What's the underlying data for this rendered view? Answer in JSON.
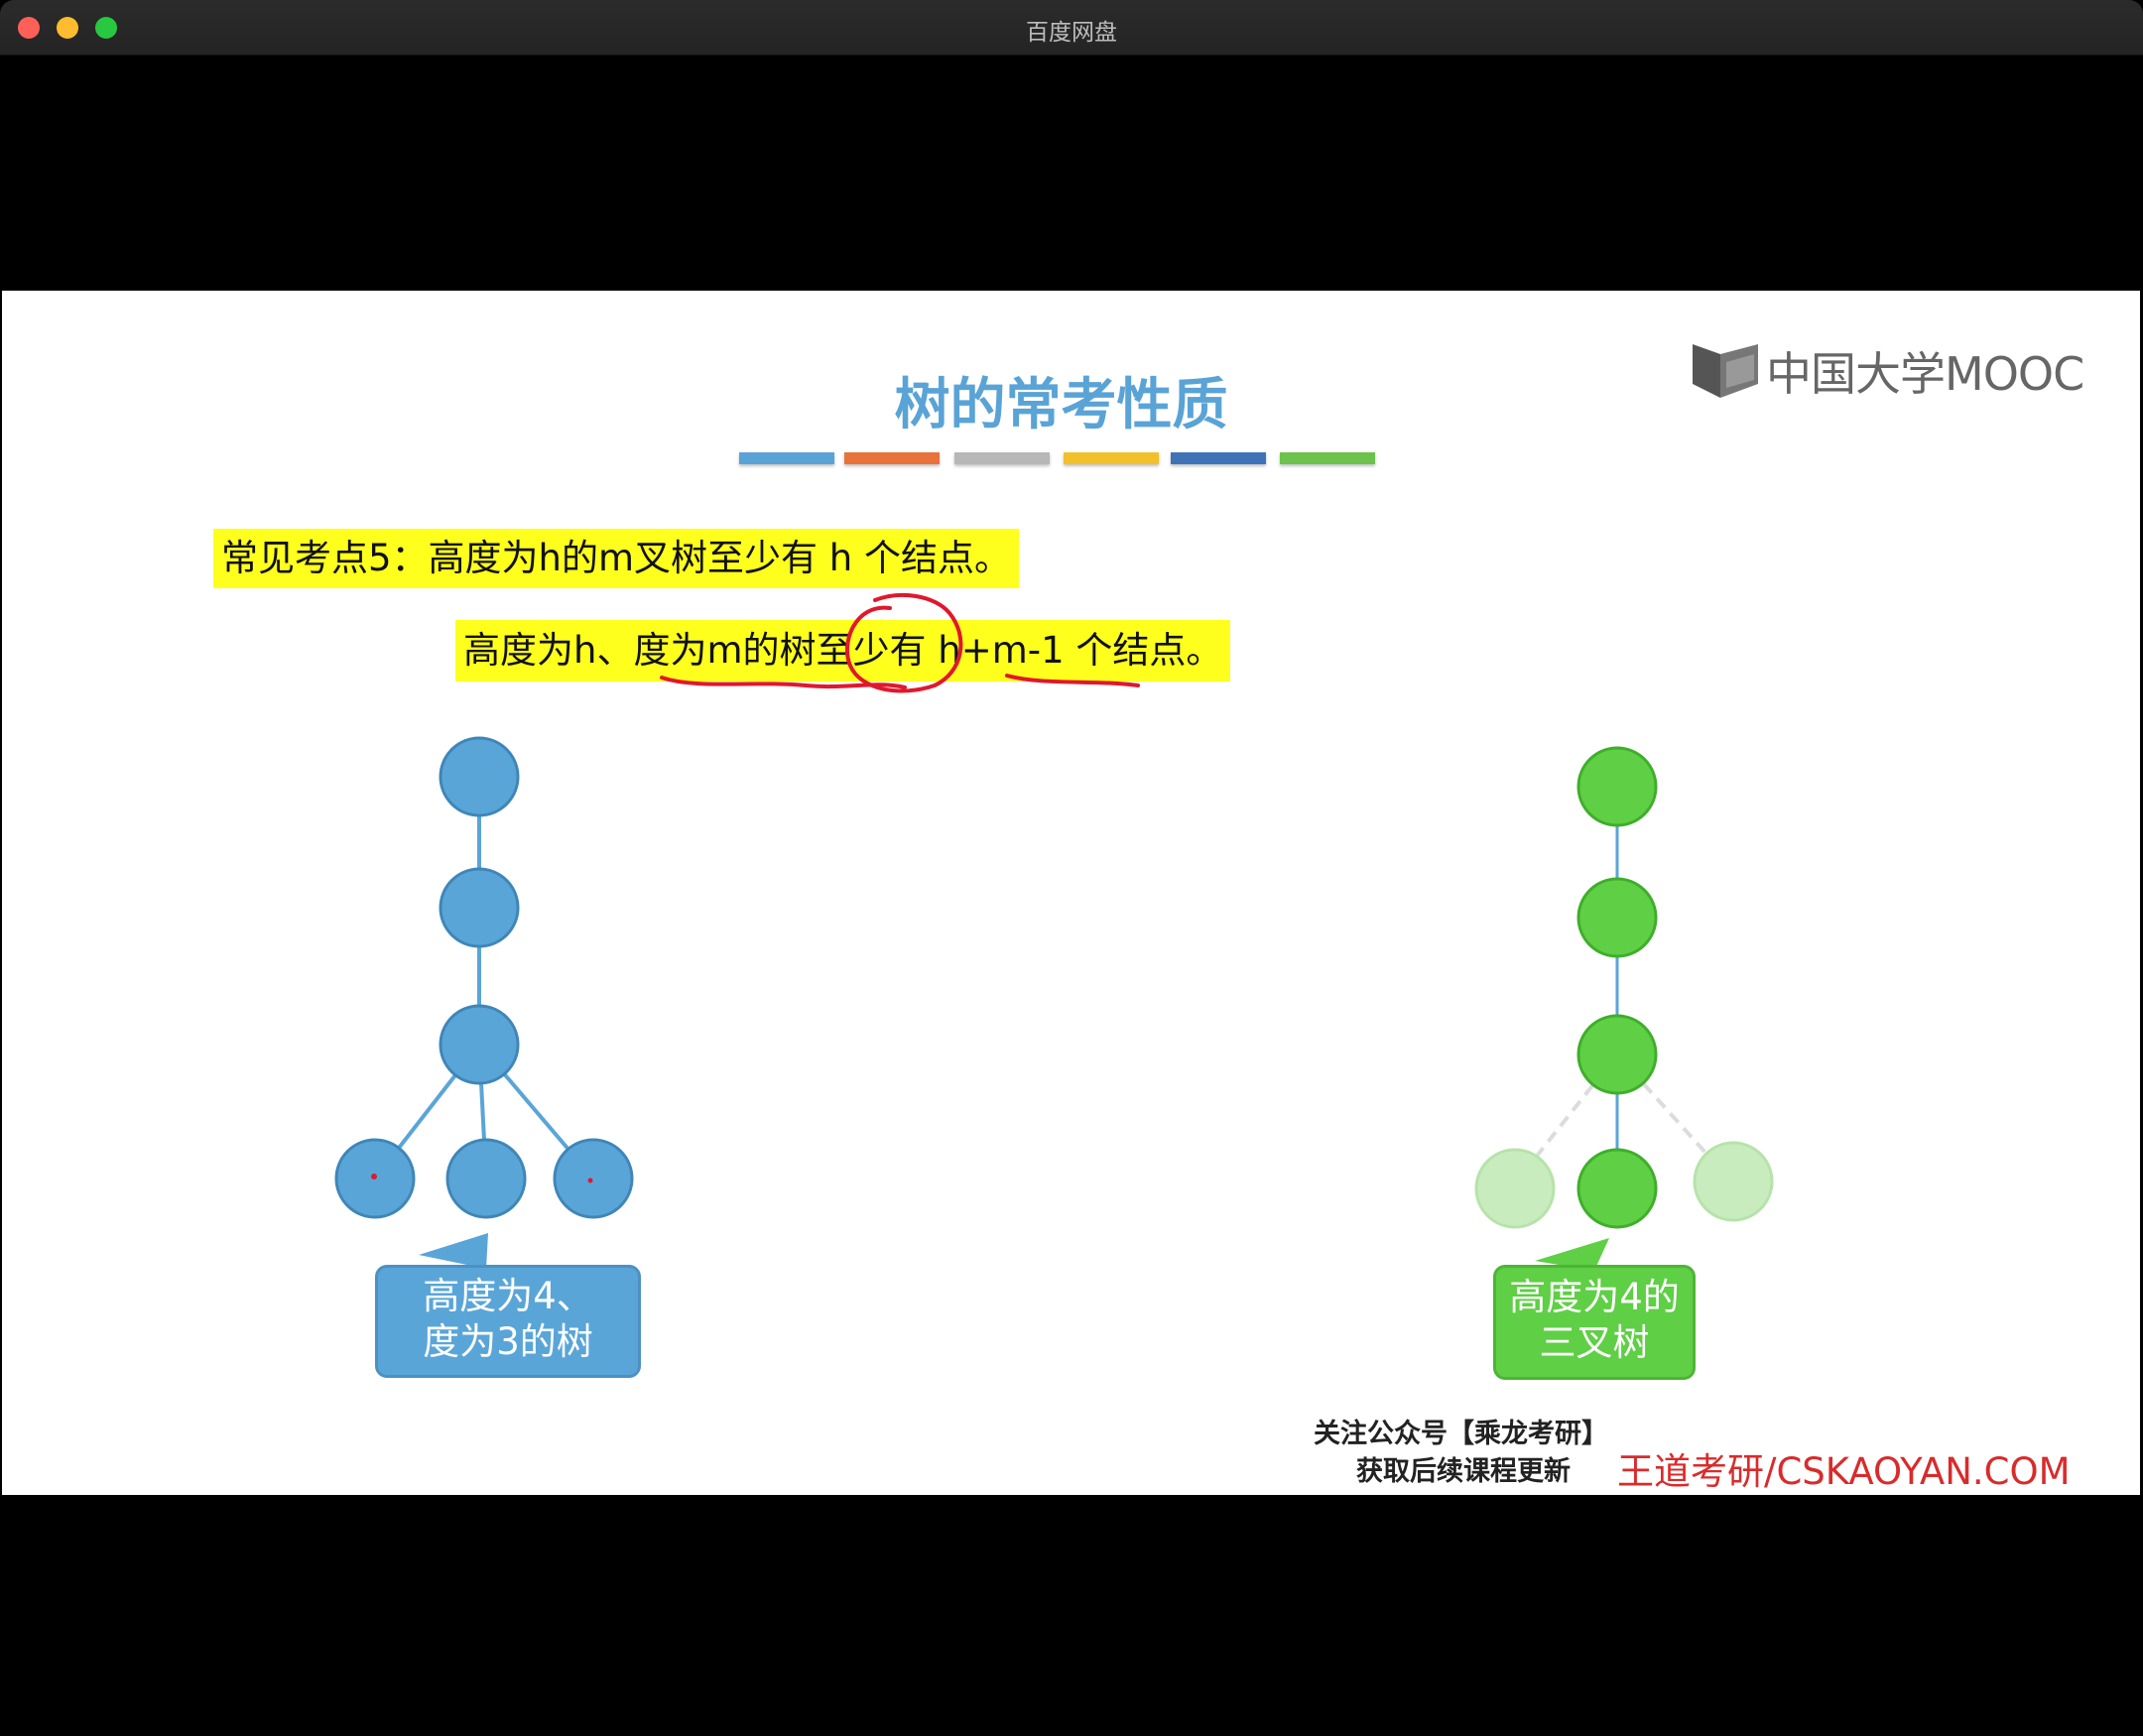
{
  "window": {
    "title": "百度网盘"
  },
  "slide": {
    "title": "树的常考性质",
    "color_bars": [
      "#5aa3d6",
      "#e8723a",
      "#b7b7b7",
      "#f2c02a",
      "#3f73b8",
      "#6cc24a"
    ],
    "point_line1": "常见考点5：高度为h的m叉树至少有 h 个结点。",
    "point_line2": "高度为h、度为m的树至少有 h+m-1 个结点。",
    "logo_text": "中国大学MOOC",
    "left_tree_label_line1": "高度为4、",
    "left_tree_label_line2": "度为3的树",
    "right_tree_label_line1": "高度为4的",
    "right_tree_label_line2": "三叉树",
    "footer_line1": "关注公众号【乘龙考研】",
    "footer_line2": "获取后续课程更新",
    "footer_brand": "王道考研/CSKAOYAN.COM"
  },
  "colors": {
    "blue_node": "#5aa5d8",
    "green_node": "#5fcf45",
    "faded_green_node": "#c8ecbe",
    "highlight": "#ffff1e",
    "annotation_red": "#e0182d"
  }
}
